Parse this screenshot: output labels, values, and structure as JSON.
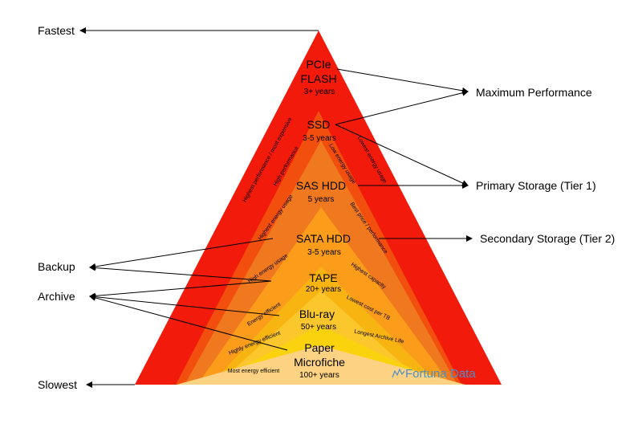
{
  "colors": {
    "red": "#f21a0a",
    "dark_orange": "#f24f0e",
    "orange_mid": "#f0781e",
    "orange_light": "#fb9c1a",
    "amber": "#f8b410",
    "gold": "#fbc72c",
    "yellow": "#fbd20e",
    "pale_amber": "#fdd383",
    "watermark": "#4a90c8",
    "line": "#000000"
  },
  "left_labels": {
    "fastest": "Fastest",
    "backup": "Backup",
    "archive": "Archive",
    "slowest": "Slowest"
  },
  "right_labels": {
    "max_performance": "Maximum Performance",
    "primary_storage": "Primary Storage (Tier 1)",
    "secondary_storage": "Secondary Storage (Tier 2)"
  },
  "tiers": {
    "pcie": {
      "name_line1": "PCIe",
      "name_line2": "FLASH",
      "years": "3+ years"
    },
    "ssd": {
      "name": "SSD",
      "years": "3-5 years"
    },
    "sas": {
      "name": "SAS HDD",
      "years": "5 years"
    },
    "sata": {
      "name": "SATA HDD",
      "years": "3-5 years"
    },
    "tape": {
      "name": "TAPE",
      "years": "20+ years"
    },
    "bluray": {
      "name": "Blu-ray",
      "years": "50+ years"
    },
    "paper": {
      "name_line1": "Paper",
      "name_line2": "Microfiche",
      "years": "100+ years"
    }
  },
  "side_notes": {
    "left_outer": "Highest performance / most expensive",
    "right_outer": "Lowest energy usage",
    "high_performance": "High performance",
    "low_energy": "Low energy usage",
    "highest_energy": "Highest energy usage",
    "best_price": "Best price / performance",
    "high_energy": "High energy usage",
    "highest_capacity": "Highest capacity",
    "energy_efficient": "Energy efficient",
    "lowest_cost": "Lowest cost per TB",
    "highly_efficient": "Highly energy efficient",
    "longest_life": "Longest  Archive Life",
    "most_efficient": "Most energy efficient"
  },
  "watermark": {
    "text": "Fortuna Data"
  }
}
